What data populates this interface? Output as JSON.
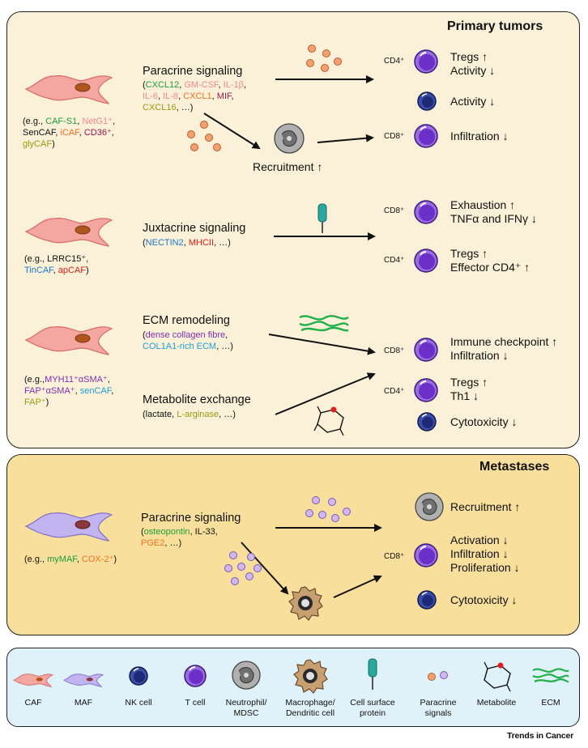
{
  "colors": {
    "green": "#1a9e3a",
    "pink": "#f08a8a",
    "orange": "#f07020",
    "red": "#e0201a",
    "maroon": "#a01850",
    "olive": "#9a9a10",
    "blue": "#1a7ad0",
    "cyan": "#20a0d8",
    "purple": "#8030b0",
    "primary_bg": "#fbf0d8",
    "metastases_bg": "#f9df9c",
    "legend_bg": "#dff1f9"
  },
  "primary": {
    "title": "Primary tumors",
    "paracrine": {
      "heading": "Paracrine signaling",
      "examples_l1": [
        "(",
        "CXCL12",
        ", ",
        "GM-CSF",
        ", ",
        "IL-1β",
        ","
      ],
      "examples_l2": [
        "IL-6",
        ", ",
        "IL-8",
        ", ",
        "CXCL1",
        ", ",
        "MIF",
        ","
      ],
      "examples_l3": [
        "CXCL16",
        ", …)"
      ],
      "caf_l1": [
        "(e.g., ",
        "CAF-S1",
        ", ",
        "NetG1⁺",
        ","
      ],
      "caf_l2": [
        "SenCAF",
        ", ",
        "iCAF",
        ", ",
        "CD36⁺",
        ","
      ],
      "caf_l3": [
        "glyCAF",
        ")"
      ],
      "recruitment": "Recruitment ↑",
      "cd4": "CD4⁺",
      "cd8": "CD8⁺",
      "tregs_out": "Tregs ↑",
      "activity_out": "Activity ↓",
      "nk_activity": "Activity ↓",
      "infiltration": "Infiltration ↓"
    },
    "juxtacrine": {
      "heading": "Juxtacrine signaling",
      "examples": [
        "(",
        "NECTIN2",
        ", ",
        "MHCII",
        ", …)"
      ],
      "caf_l1": "(e.g., LRRC15⁺,",
      "caf_l2": [
        "TinCAF",
        ", ",
        "apCAF",
        ")"
      ],
      "cd8": "CD8⁺",
      "exhaustion": "Exhaustion ↑",
      "tnf": "TNFα and IFNγ ↓",
      "cd4": "CD4⁺",
      "tregs": "Tregs ↑",
      "effector": "Effector CD4⁺ ↑"
    },
    "ecm": {
      "heading": "ECM remodeling",
      "examples_l1": [
        "(",
        "dense collagen fibre",
        ","
      ],
      "examples_l2": [
        "COL1A1-rich ECM",
        ", …)"
      ],
      "caf_l1": [
        "(e.g.,",
        "MYH11⁺αSMA⁺",
        ","
      ],
      "caf_l2": [
        "FAP⁺αSMA⁺",
        ", ",
        "senCAF",
        ","
      ],
      "caf_l3": [
        "FAP⁺",
        ")"
      ]
    },
    "metabolite": {
      "heading": "Metabolite exchange",
      "examples": [
        "(lactate, ",
        "L-arginase",
        ", …)"
      ],
      "cd8": "CD8⁺",
      "checkpoint": "Immune checkpoint ↑",
      "infiltration": "Infiltration ↓",
      "cd4": "CD4⁺",
      "tregs": "Tregs ↑",
      "th1": "Th1 ↓",
      "cytotoxicity": "Cytotoxicity ↓"
    }
  },
  "metastases": {
    "title": "Metastases",
    "heading": "Paracrine signaling",
    "examples_l1": [
      "(",
      "osteopontin",
      ", IL-33,"
    ],
    "examples_l2": [
      "PGE2",
      ", …)"
    ],
    "maf": [
      "(e.g., ",
      "myMAF",
      ", ",
      "COX-2⁺",
      ")"
    ],
    "recruitment": "Recruitment ↑",
    "cd8": "CD8⁺",
    "activation": "Activation ↓",
    "infiltration": "Infiltration ↓",
    "proliferation": "Proliferation ↓",
    "cytotoxicity": "Cytotoxicity ↓"
  },
  "legend": {
    "caf": "CAF",
    "maf": "MAF",
    "nk": "NK cell",
    "tcell": "T cell",
    "neutrophil_l1": "Neutrophil/",
    "neutrophil_l2": "MDSC",
    "macrophage_l1": "Macrophage/",
    "macrophage_l2": "Dendritic cell",
    "surface_l1": "Cell surface",
    "surface_l2": "protein",
    "paracrine_l1": "Paracrine",
    "paracrine_l2": "signals",
    "metabolite": "Metabolite",
    "ecm": "ECM"
  },
  "credit": "Trends in Cancer"
}
